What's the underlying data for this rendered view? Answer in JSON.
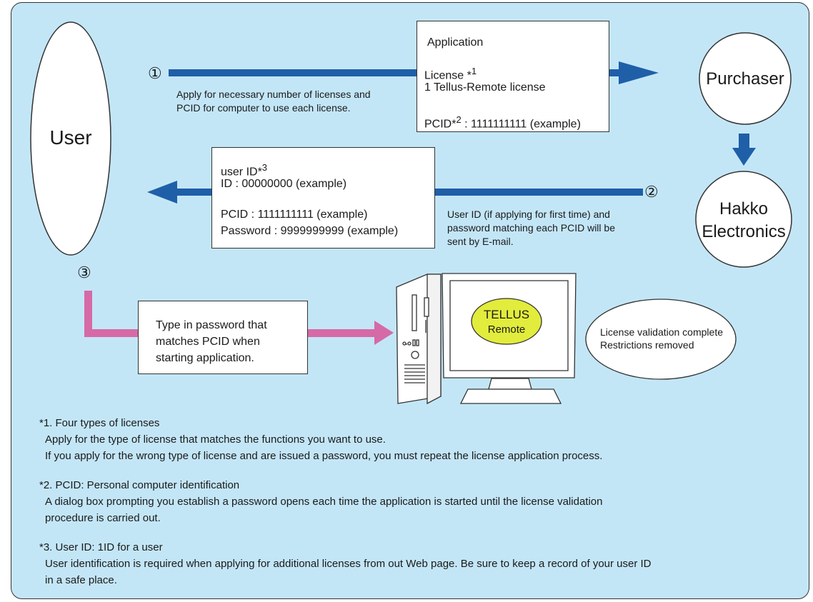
{
  "nodes": {
    "user": "User",
    "purchaser": "Purchaser",
    "hakko": [
      "Hakko",
      "Electronics"
    ],
    "monitor": [
      "TELLUS",
      "Remote"
    ]
  },
  "steps": {
    "s1": "①",
    "s2": "②",
    "s3": "③"
  },
  "application_box": {
    "title": "Application",
    "license_label": "License *",
    "license_sup": "1",
    "license_value": "1 Tellus-Remote license",
    "pcid_label": "PCID*",
    "pcid_sup": "2",
    "pcid_value": " : 1111111111 (example)"
  },
  "apply_caption": [
    "Apply for necessary number of licenses and",
    "PCID for computer to use each license."
  ],
  "userid_box": {
    "label": "user ID*",
    "sup": "3",
    "id_line": "ID : 00000000 (example)",
    "pcid_line": "PCID : 1111111111 (example)",
    "password_line": "Password : 9999999999 (example)"
  },
  "email_caption": [
    "User ID (if applying for first time) and",
    "password matching each PCID will be",
    "sent by E-mail."
  ],
  "password_box": [
    "Type in password that",
    "matches PCID when",
    "starting application."
  ],
  "validation": [
    "License validation complete",
    "Restrictions removed"
  ],
  "notes": [
    {
      "heading": "*1. Four types of licenses",
      "lines": [
        "Apply for the type of license that matches the functions you want to use.",
        "If you apply for the wrong type of license and are issued a password, you must repeat the license application process."
      ]
    },
    {
      "heading": "*2. PCID: Personal computer identification",
      "lines": [
        "A dialog box prompting you establish a password opens each time the application is started until the license validation",
        "procedure is carried out."
      ]
    },
    {
      "heading": "*3. User ID: 1ID for a user",
      "lines": [
        "User identification is required when applying for additional licenses from out Web page. Be sure to keep a record of your user ID",
        "in a safe place."
      ]
    }
  ],
  "colors": {
    "background": "#c3e6f7",
    "blue_arrow": "#1f5fa8",
    "pink_arrow": "#d56aa6",
    "tellus_ellipse": "#e2ec3c"
  }
}
